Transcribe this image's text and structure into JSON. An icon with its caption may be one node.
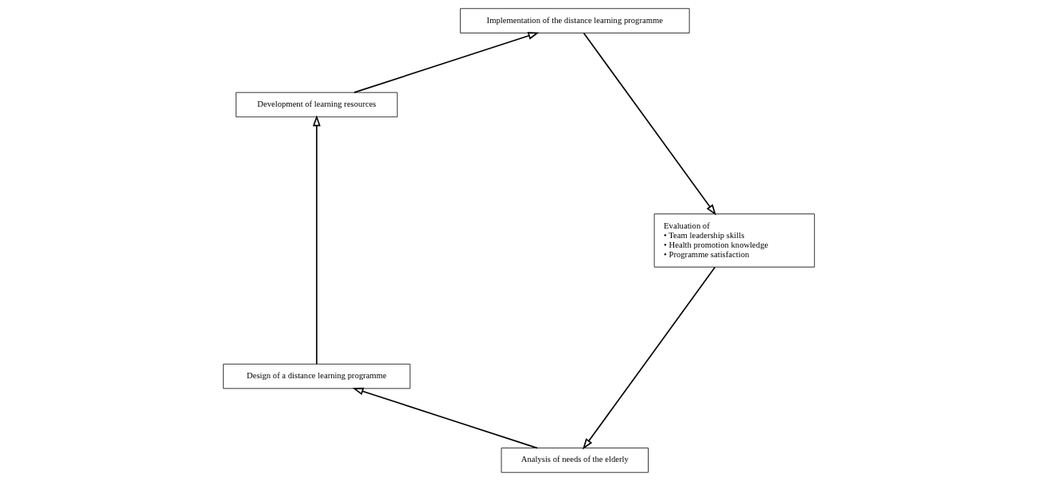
{
  "diagram": {
    "nodes": [
      {
        "text": [
          "Analysis of needs of the elderly"
        ]
      },
      {
        "text": [
          "Design of a distance learning programme"
        ]
      },
      {
        "text": [
          "Development of learning resources"
        ]
      },
      {
        "text": [
          "Implementation of the distance learning programme"
        ]
      },
      {
        "text": [
          "Evaluation of",
          "• Team leadership skills",
          "• Health promotion knowledge",
          "• Programme satisfaction"
        ]
      }
    ],
    "edges": [
      {
        "from": 0,
        "to": 1,
        "arrow": "to"
      },
      {
        "from": 1,
        "to": 2,
        "arrow": "to"
      },
      {
        "from": 2,
        "to": 3,
        "arrow": "to"
      },
      {
        "from": 3,
        "to": 4,
        "arrow": "to"
      },
      {
        "from": 4,
        "to": 0,
        "arrow": "to"
      }
    ]
  }
}
